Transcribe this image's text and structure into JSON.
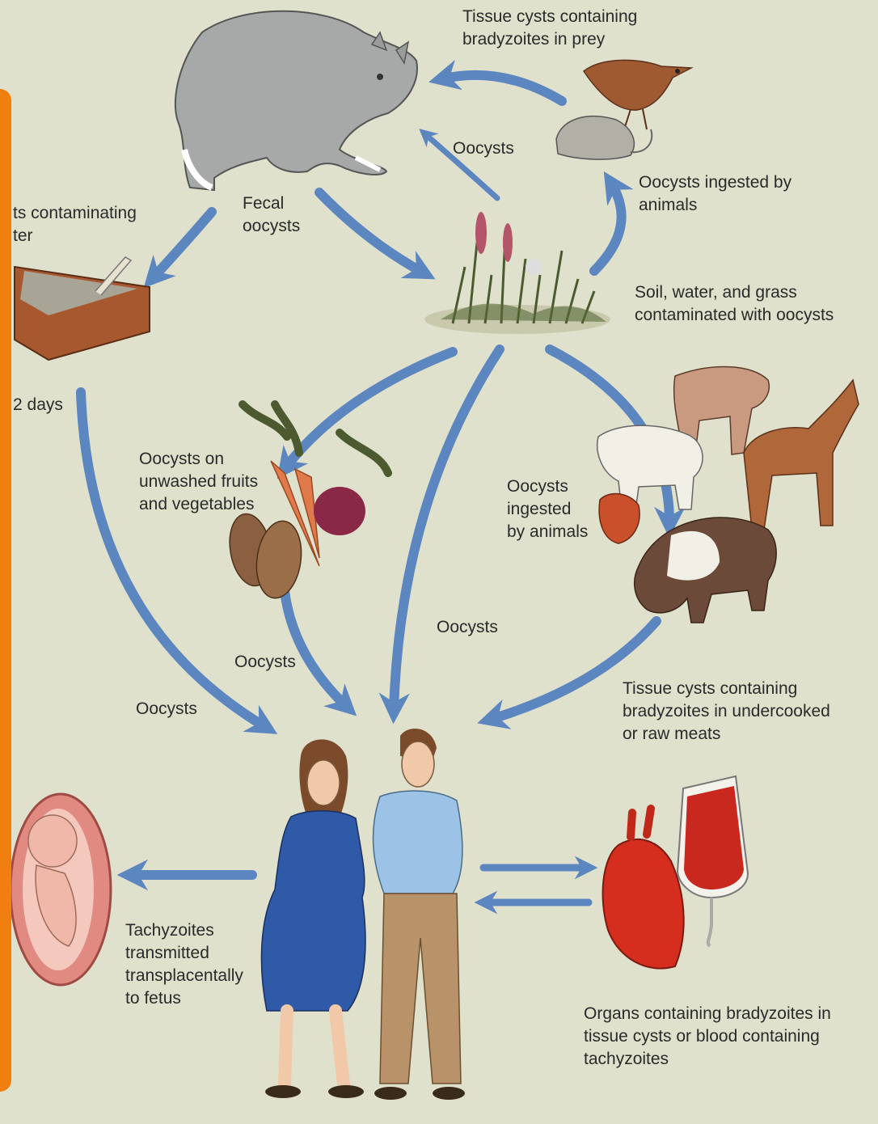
{
  "colors": {
    "background": "#dfe1cc",
    "arrow": "#5c86c0",
    "side_panel": "#f07f0f"
  },
  "labels": {
    "tissue_cysts_prey": [
      "Tissue cysts containing",
      "bradyzoites in prey"
    ],
    "oocysts_top": "Oocysts",
    "oocysts_ingested_top": [
      "Oocysts ingested by",
      "animals"
    ],
    "fecal_oocysts": [
      "Fecal",
      "oocysts"
    ],
    "litter_contaminating": [
      "ts contaminating",
      "ter"
    ],
    "soil_water_grass": [
      "Soil, water, and grass",
      "contaminated with oocysts"
    ],
    "two_days": "2 days",
    "unwashed_fruits": [
      "Oocysts on",
      "unwashed fruits",
      "and vegetables"
    ],
    "oocysts_ingested_middle": [
      "Oocysts",
      "ingested",
      "by animals"
    ],
    "oocysts_center": "Oocysts",
    "oocysts_middle_left": "Oocysts",
    "oocysts_left": "Oocysts",
    "tissue_cysts_meat": [
      "Tissue cysts containing",
      "bradyzoites in undercooked",
      "or raw meats"
    ],
    "tachyzoites_fetus": [
      "Tachyzoites",
      "transmitted",
      "transplacentally",
      "to fetus"
    ],
    "organs_blood": [
      "Organs containing bradyzoites in",
      "tissue cysts or blood containing",
      "tachyzoites"
    ]
  },
  "icons": [
    "cat-icon",
    "bird-icon",
    "mouse-icon",
    "grass-icon",
    "litter-box-icon",
    "vegetables-icon",
    "livestock-icon",
    "pregnant-woman-icon",
    "man-icon",
    "fetus-icon",
    "heart-icon",
    "blood-bag-icon"
  ]
}
